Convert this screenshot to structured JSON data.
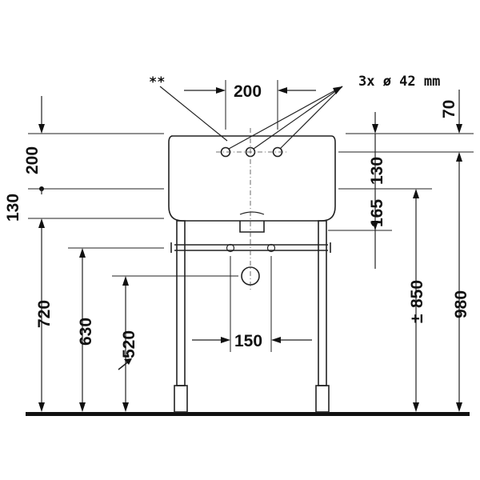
{
  "drawing": {
    "dimensions": {
      "tap_spacing": "200",
      "holes_note": "3x ø 42 mm",
      "note_marker": "**",
      "top_offset": "70",
      "basin_top_depth": "200",
      "rim_height_left": "130",
      "rim_height_right": "130",
      "trap_height": "165",
      "height_720": "720",
      "height_630": "630",
      "height_520": "520",
      "height_850": "850",
      "height_980": "980",
      "drain_spacing": "150",
      "tolerance_symbol": "±"
    }
  }
}
